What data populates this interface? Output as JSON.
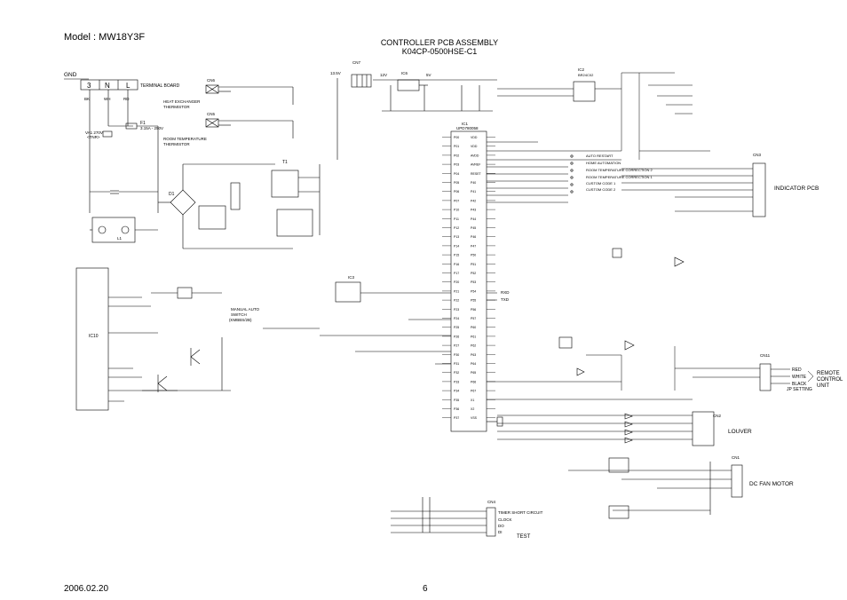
{
  "header": {
    "model_label": "Model : MW18Y3F",
    "assembly_title": "CONTROLLER PCB ASSEMBLY",
    "assembly_part": "K04CP-0500HSE-C1"
  },
  "footer": {
    "date": "2006.02.20",
    "page": "6"
  },
  "left_side": {
    "gnd": "GND",
    "terminal_cells": [
      "3",
      "N",
      "L"
    ],
    "terminal_board": "TERMINAL BOARD",
    "wires": [
      "BK",
      "WH",
      "RD"
    ],
    "heat_exchanger_thermistor": [
      "HEAT EXCHANGER",
      "THERMISTOR"
    ],
    "room_temperature_thermistor": [
      "ROOM TEMPERATURE",
      "THERMISTOR"
    ],
    "cn6": "CN6",
    "cn5": "CN5",
    "fuse": [
      "F1",
      "3.15A - 250V"
    ],
    "varistor": [
      "VA1 270V",
      "<TNR>"
    ],
    "ic10": "IC10",
    "transformer": "T1",
    "d1": "D1",
    "l1": "L1"
  },
  "top_components": {
    "cn7": "CN7",
    "ic6": "IC6",
    "ic1": "IC1",
    "ic1_part": "UPD780058",
    "ic2": "IC2",
    "ic2_part": "BR24C02",
    "voltage_13v": "13.5V",
    "voltage_12v": "12V",
    "voltage_5v": "5V"
  },
  "switches": {
    "items": [
      "AUTO RESTART",
      "HOME AUTOMATION",
      "ROOM TEMPERATURE CORRECTION 2",
      "ROOM TEMPERATURE CORRECTION 1",
      "CUSTOM CODE 1",
      "CUSTOM CODE 2"
    ],
    "manual_auto_switch": [
      "MANUAL AUTO",
      "SWITCH",
      "(KMBBS/2B)"
    ]
  },
  "right_side": {
    "indicator_pcb": "INDICATOR PCB",
    "cn3": "CN3",
    "cn11": "CN11",
    "remote_lines": [
      "RED",
      "WHITE",
      "BLACK"
    ],
    "remote_control_unit": [
      "REMOTE",
      "CONTROL",
      "UNIT"
    ],
    "jp_setting": "JP SETTING",
    "louver": "LOUVER",
    "cn2": "CN2",
    "cn1": "CN1",
    "dc_fan_motor": "DC FAN MOTOR",
    "test": "TEST",
    "cn4": "CN4",
    "timer_labels": [
      "TIMER SHORT CIRCUIT",
      "CLOCK",
      "DO",
      "DI"
    ],
    "rxd": "RXD",
    "txd": "TXD",
    "ic3": "IC3"
  },
  "ic1_pins_left": [
    "P00",
    "P01",
    "P02",
    "P03",
    "P04",
    "P05",
    "P06",
    "P07",
    "P10",
    "P11",
    "P12",
    "P13",
    "P14",
    "P15",
    "P16",
    "P17",
    "P20",
    "P21",
    "P22",
    "P23",
    "P24",
    "P25",
    "P26",
    "P27",
    "P30",
    "P31",
    "P32",
    "P33",
    "P34",
    "P35",
    "P36",
    "P37"
  ],
  "ic1_pins_right": [
    "VDD",
    "VDD",
    "AVDD",
    "AVREF",
    "RESET",
    "P40",
    "P41",
    "P42",
    "P43",
    "P44",
    "P45",
    "P46",
    "P47",
    "P50",
    "P51",
    "P52",
    "P53",
    "P54",
    "P55",
    "P56",
    "P57",
    "P60",
    "P61",
    "P62",
    "P63",
    "P64",
    "P65",
    "P66",
    "P67",
    "X1",
    "X2",
    "VSS"
  ],
  "styles": {
    "line": "#000000",
    "background": "#ffffff"
  }
}
